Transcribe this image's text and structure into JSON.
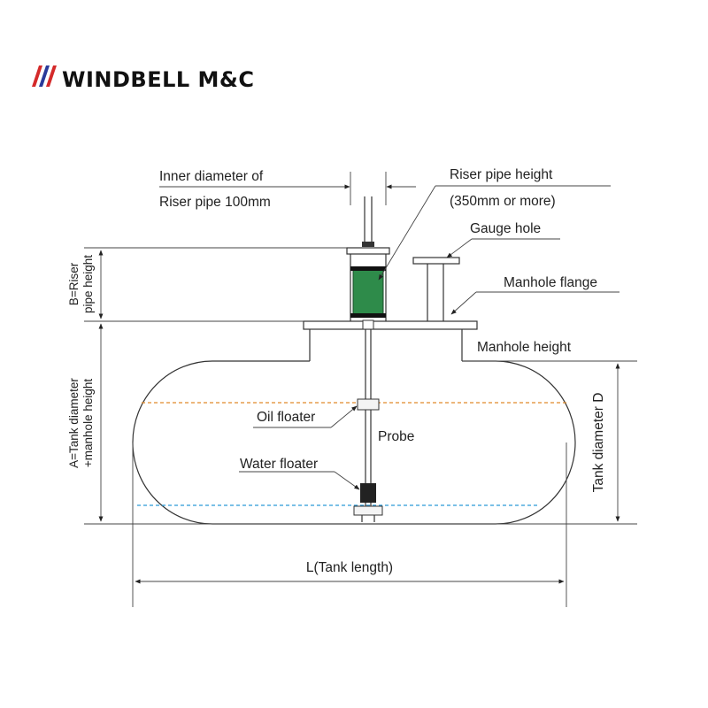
{
  "brand": {
    "name": "WINDBELL M&C",
    "colors": {
      "red": "#d42a2a",
      "blue": "#2a3a9a"
    }
  },
  "labels": {
    "inner_diameter_line1": "Inner diameter of",
    "inner_diameter_line2": "Riser pipe 100mm",
    "riser_height_line1": "Riser pipe height",
    "riser_height_line2": "(350mm or more)",
    "gauge_hole": "Gauge hole",
    "manhole_flange": "Manhole flange",
    "manhole_height": "Manhole height",
    "oil_floater": "Oil floater",
    "probe": "Probe",
    "water_floater": "Water floater",
    "tank_length": "L(Tank length)",
    "tank_diameter": "Tank diameter D",
    "b_riser_line1": "B=Riser",
    "b_riser_line2": "pipe height",
    "a_tank_line1": "A=Tank diameter",
    "a_tank_line2": "+manhole height"
  },
  "colors": {
    "oil_level": "#e08a2a",
    "water_level": "#2a9ad8",
    "riser_insert": "#2e8b4a",
    "line": "#333333"
  }
}
